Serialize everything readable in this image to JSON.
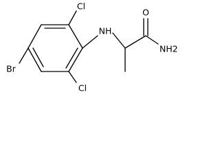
{
  "molecule": {
    "atoms": {
      "nh": "NH",
      "o": "O",
      "nh2": "NH2",
      "cl_top": "Cl",
      "cl_bottom": "Cl",
      "br": "Br"
    }
  },
  "colors": {
    "background": "#ffffff",
    "bond": "#000000",
    "label": "#000000"
  }
}
